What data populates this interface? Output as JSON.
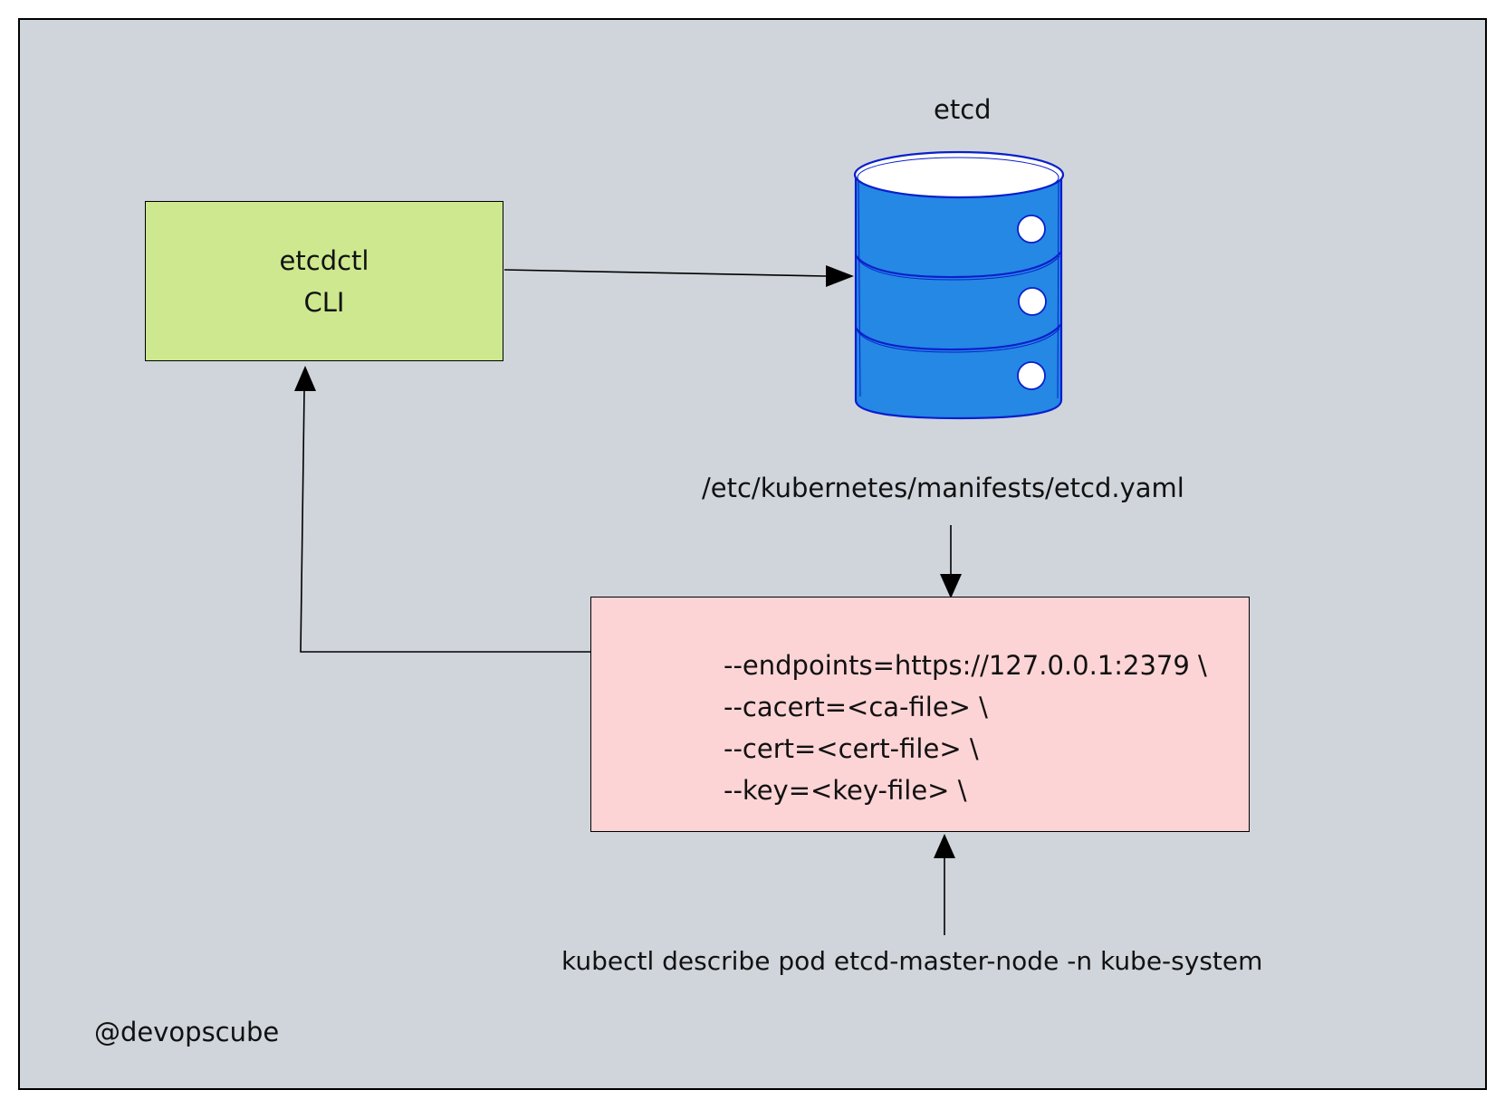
{
  "colors": {
    "background": "#d0d5dc",
    "cli_box": "#cde88e",
    "flags_box": "#fdd4d6",
    "database": "#2488e4",
    "database_outline": "#0a1fcc"
  },
  "database": {
    "label": "etcd",
    "icon": "database-icon"
  },
  "cli_box": {
    "line1": "etcdctl",
    "line2": "CLI"
  },
  "manifest_path": "/etc/kubernetes/manifests/etcd.yaml",
  "flags": [
    "--endpoints=https://127.0.0.1:2379 \\",
    "--cacert=<ca-file> \\",
    "--cert=<cert-file> \\",
    "--key=<key-file> \\"
  ],
  "kubectl_command": "kubectl describe pod etcd-master-node -n kube-system",
  "credit": "@devopscube"
}
